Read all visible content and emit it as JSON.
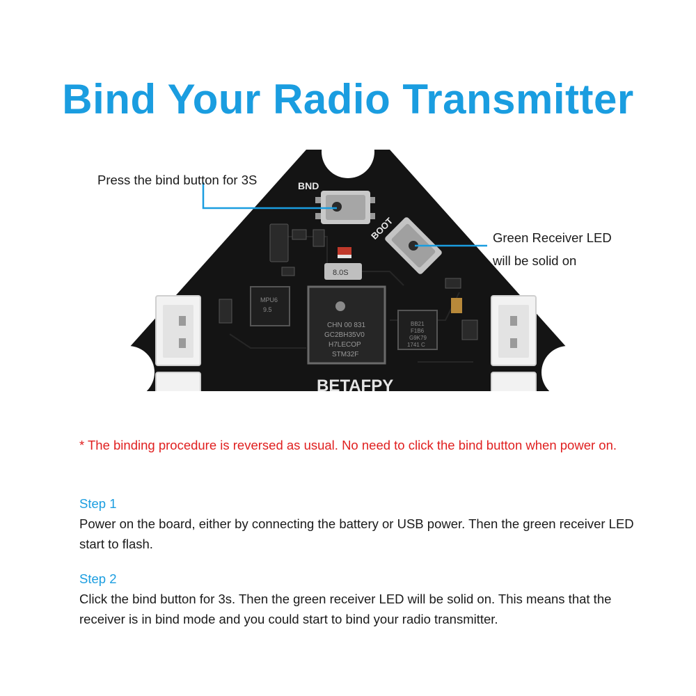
{
  "title": "Bind Your Radio Transmitter",
  "board": {
    "silkscreen": {
      "bind": "BND",
      "boot": "BOOT",
      "brand": "BETAFPY",
      "crystal": "8.0S",
      "mcu_lines": [
        "STM32F",
        "H7LECOP",
        "GC2BH35V0",
        "CHN 00 831"
      ],
      "chip_left": [
        "MPU6",
        "9.5"
      ],
      "chip_right": [
        "BB21",
        "F1B6",
        "G9K79",
        "1741 C"
      ]
    }
  },
  "callouts": {
    "bind_button": "Press the bind button for 3S",
    "led_line1": "Green Receiver LED",
    "led_line2": "will be solid on"
  },
  "note": "* The binding procedure is reversed as usual. No need to click the bind button when power on.",
  "steps": [
    {
      "label": "Step 1",
      "text": "Power on the board, either by connecting the battery or USB power. Then the green receiver LED start to flash."
    },
    {
      "label": "Step 2",
      "text": "Click the bind button for 3s. Then the green receiver LED will be solid on. This means that the receiver is in bind mode and you could start to bind your radio transmitter."
    }
  ],
  "colors": {
    "accent": "#1a9de0",
    "warning": "#e02020",
    "pcb": "#141414",
    "callout_line": "#1a9de0"
  }
}
